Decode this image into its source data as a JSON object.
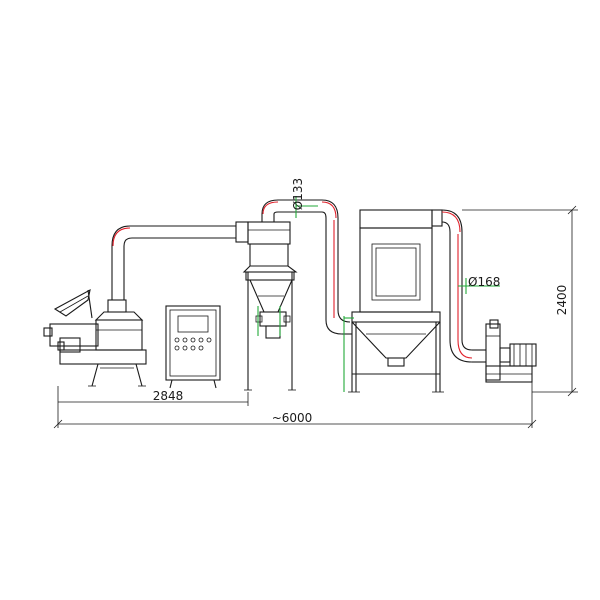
{
  "dimensions": {
    "pipe_diameter_top": "Ø133",
    "pipe_diameter_collector": "Ø168",
    "height": "2400",
    "partial_length": "2848",
    "total_length": "~6000"
  },
  "colors": {
    "line": "#1a1a1a",
    "pipe_highlight": "#e0202a",
    "leader": "#22a83a"
  }
}
